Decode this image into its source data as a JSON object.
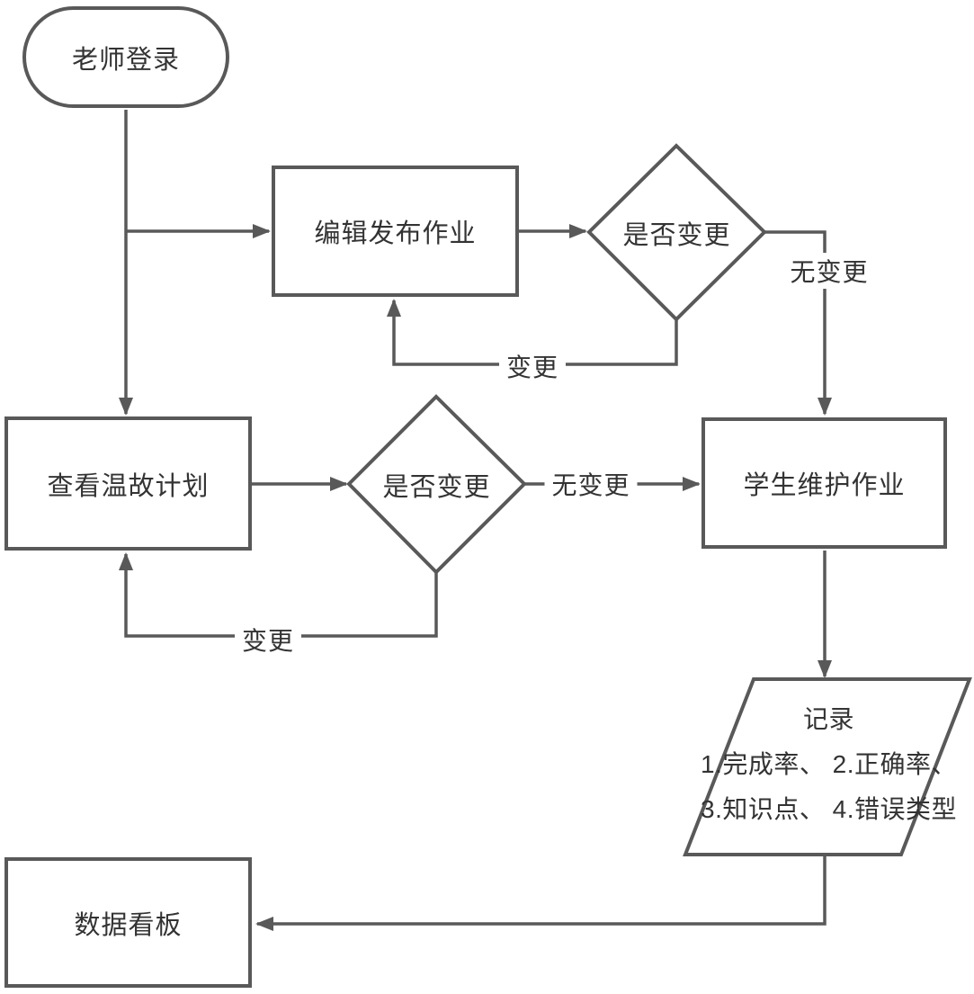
{
  "diagram": {
    "colors": {
      "stroke": "#595959",
      "text": "#333333",
      "background": "#ffffff"
    },
    "nodes": {
      "start": {
        "label": "老师登录"
      },
      "edit": {
        "label": "编辑发布作业"
      },
      "decision_top": {
        "label": "是否变更"
      },
      "view_plan": {
        "label": "查看温故计划"
      },
      "decision_mid": {
        "label": "是否变更"
      },
      "student": {
        "label": "学生维护作业"
      },
      "record": {
        "title": "记录",
        "line1": "1.完成率、 2.正确率、",
        "line2": "3.知识点、 4.错误类型"
      },
      "dashboard": {
        "label": "数据看板"
      }
    },
    "edge_labels": {
      "no_change_top": "无变更",
      "change_top": "变更",
      "no_change_mid": "无变更",
      "change_mid": "变更"
    }
  }
}
